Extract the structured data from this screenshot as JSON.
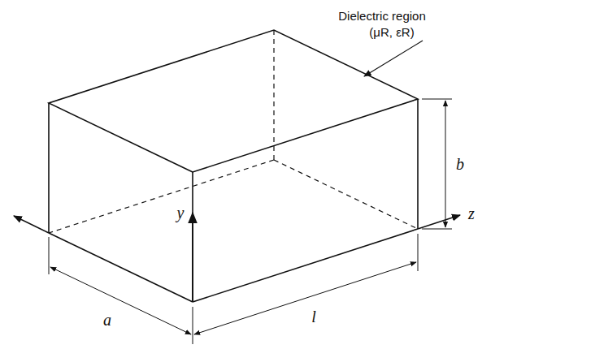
{
  "diagram": {
    "labels": [
      "Dielectric region",
      "(μR, εR)",
      "y",
      "z",
      "a",
      "b",
      "l"
    ]
  }
}
